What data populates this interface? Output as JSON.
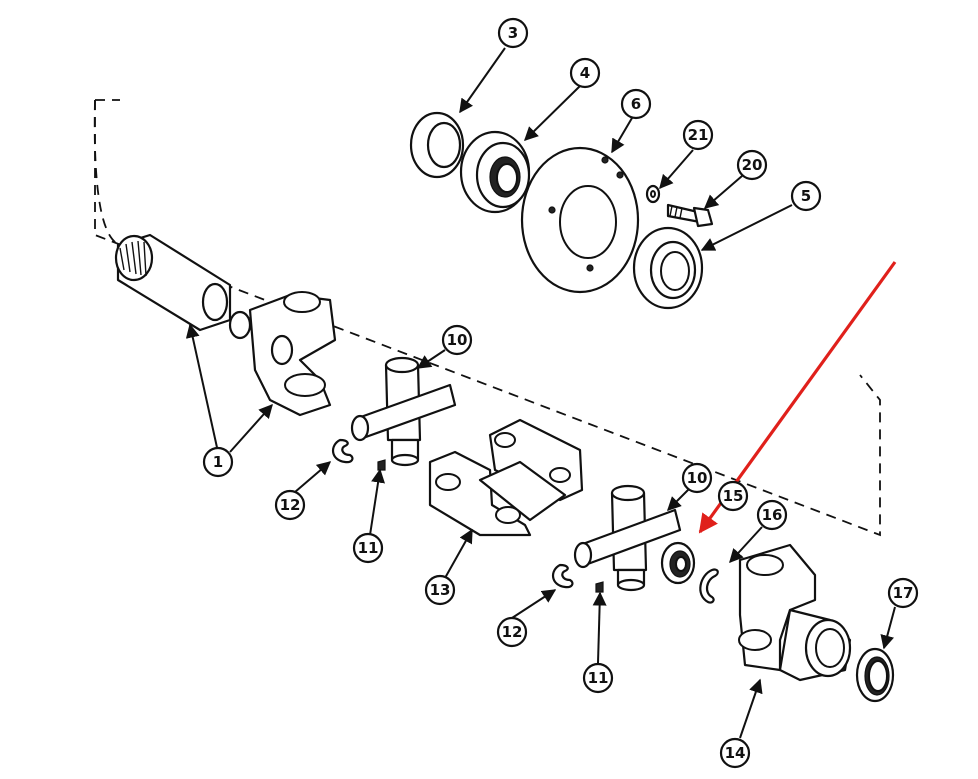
{
  "colors": {
    "line": "#111111",
    "highlight_arrow": "#e0201b",
    "background": "#ffffff"
  },
  "callouts": [
    {
      "id": "c1",
      "label": "1"
    },
    {
      "id": "c3",
      "label": "3"
    },
    {
      "id": "c4",
      "label": "4"
    },
    {
      "id": "c5",
      "label": "5"
    },
    {
      "id": "c6",
      "label": "6"
    },
    {
      "id": "c10a",
      "label": "10"
    },
    {
      "id": "c10b",
      "label": "10"
    },
    {
      "id": "c11a",
      "label": "11"
    },
    {
      "id": "c11b",
      "label": "11"
    },
    {
      "id": "c12a",
      "label": "12"
    },
    {
      "id": "c12b",
      "label": "12"
    },
    {
      "id": "c13",
      "label": "13"
    },
    {
      "id": "c14",
      "label": "14"
    },
    {
      "id": "c15",
      "label": "15"
    },
    {
      "id": "c16",
      "label": "16"
    },
    {
      "id": "c17",
      "label": "17"
    },
    {
      "id": "c20",
      "label": "20"
    },
    {
      "id": "c21",
      "label": "21"
    }
  ],
  "highlight": {
    "target_label": "15"
  }
}
